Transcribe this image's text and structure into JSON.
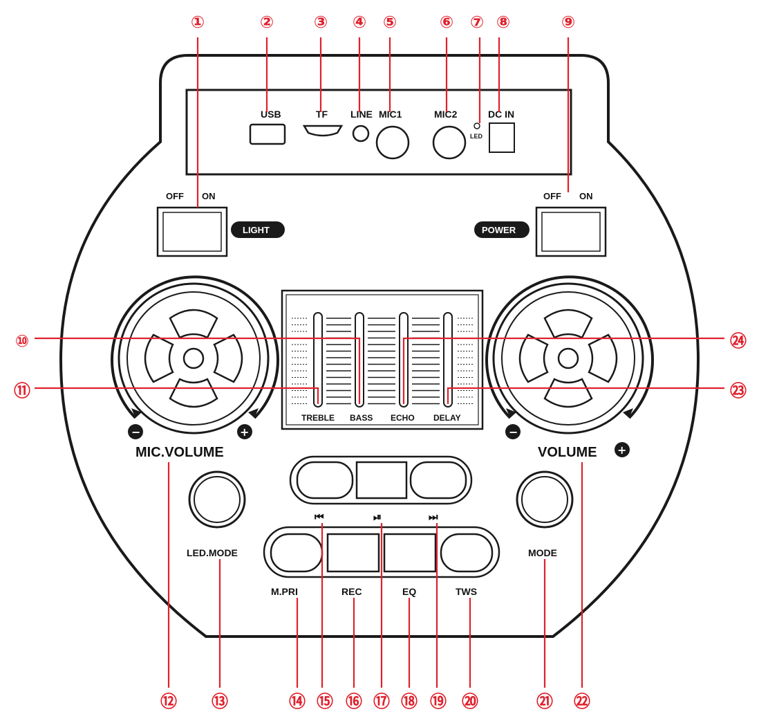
{
  "ports": {
    "usb": "USB",
    "tf": "TF",
    "line": "LINE",
    "mic1": "MIC1",
    "mic2": "MIC2",
    "led": "LED",
    "dcin": "DC IN"
  },
  "switches": {
    "light": {
      "off": "OFF",
      "on": "ON",
      "name": "LIGHT"
    },
    "power": {
      "off": "OFF",
      "on": "ON",
      "name": "POWER"
    }
  },
  "sliders": [
    "TREBLE",
    "BASS",
    "ECHO",
    "DELAY"
  ],
  "knobs": {
    "mic_volume": "MIC.VOLUME",
    "volume": "VOLUME",
    "minus": "−",
    "plus": "+"
  },
  "buttons": {
    "led_mode": "LED.MODE",
    "mode": "MODE",
    "transport": [
      "⏮",
      "⏯",
      "⏭"
    ],
    "function": [
      "M.PRI",
      "REC",
      "EQ",
      "TWS"
    ]
  },
  "callouts": [
    "①",
    "②",
    "③",
    "④",
    "⑤",
    "⑥",
    "⑦",
    "⑧",
    "⑨",
    "⑩",
    "⑪",
    "⑫",
    "⑬",
    "⑭",
    "⑮",
    "⑯",
    "⑰",
    "⑱",
    "⑲",
    "⑳",
    "㉑",
    "㉒",
    "㉓",
    "㉔"
  ],
  "colors": {
    "callout": "#e0202c",
    "ink": "#1a1a1a",
    "pill": "#1a1a1a"
  }
}
